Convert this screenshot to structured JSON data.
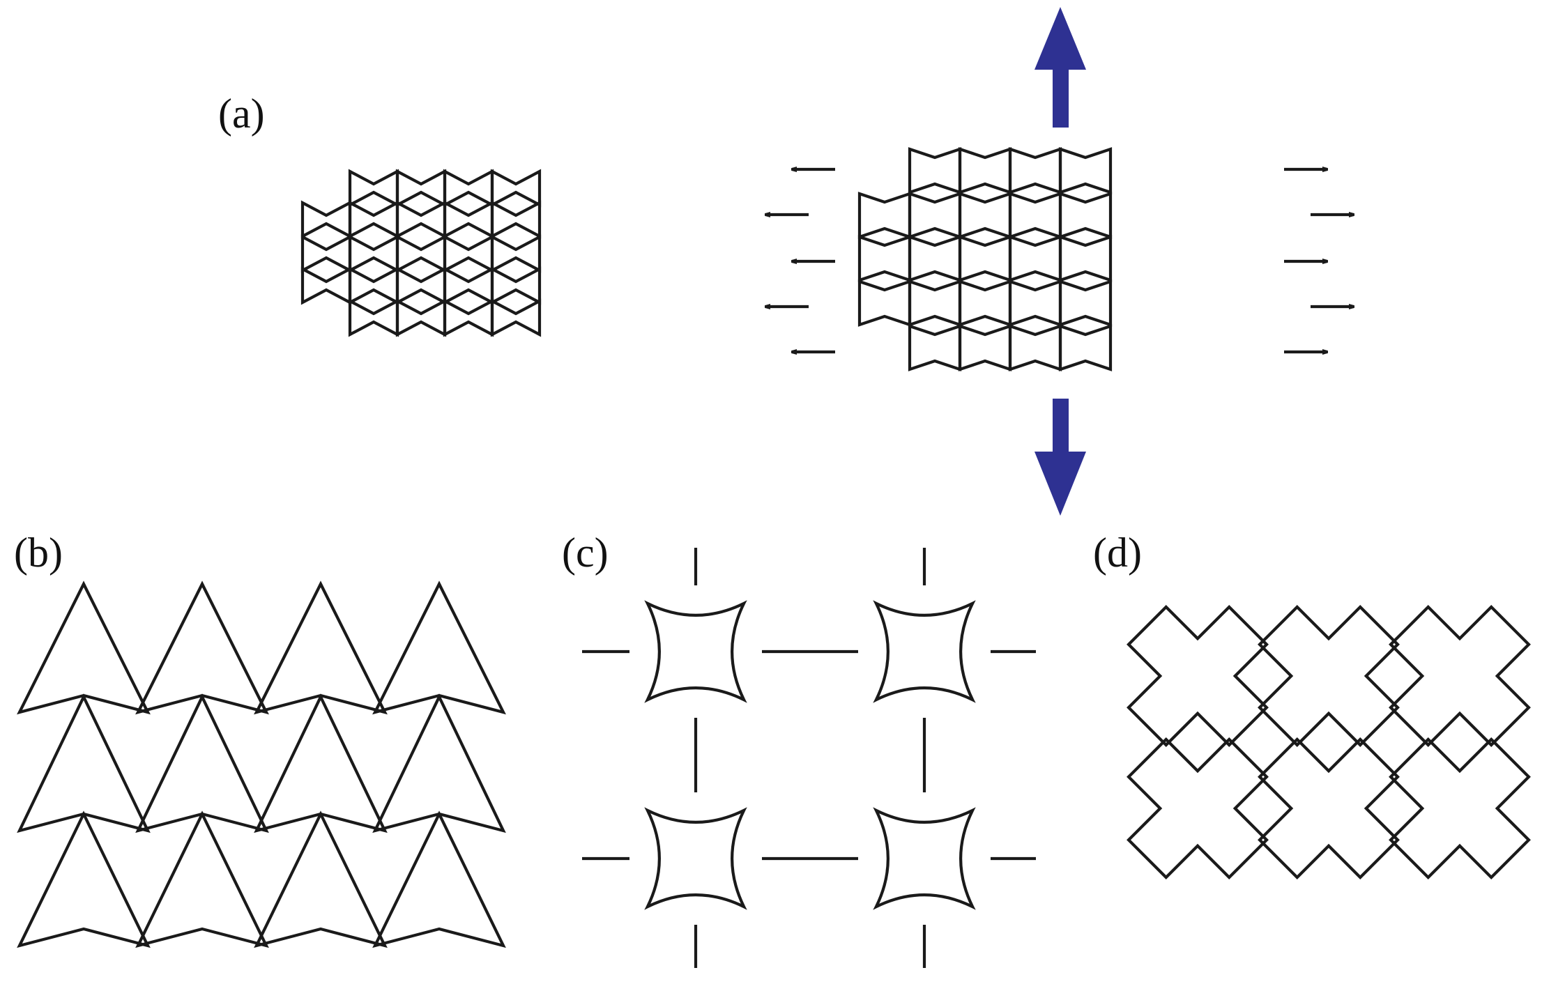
{
  "panels": {
    "a": {
      "label": "(a)"
    },
    "b": {
      "label": "(b)"
    },
    "c": {
      "label": "(c)"
    },
    "d": {
      "label": "(d)"
    }
  },
  "colors": {
    "line": "#1a1a1a",
    "stretch_arrow": "#2e3192",
    "small_arrow": "#1a1a1a",
    "background": "#ffffff"
  },
  "icons": {
    "stretch_arrow": "thick-arrow-icon",
    "expansion_arrow": "thin-arrow-icon"
  }
}
